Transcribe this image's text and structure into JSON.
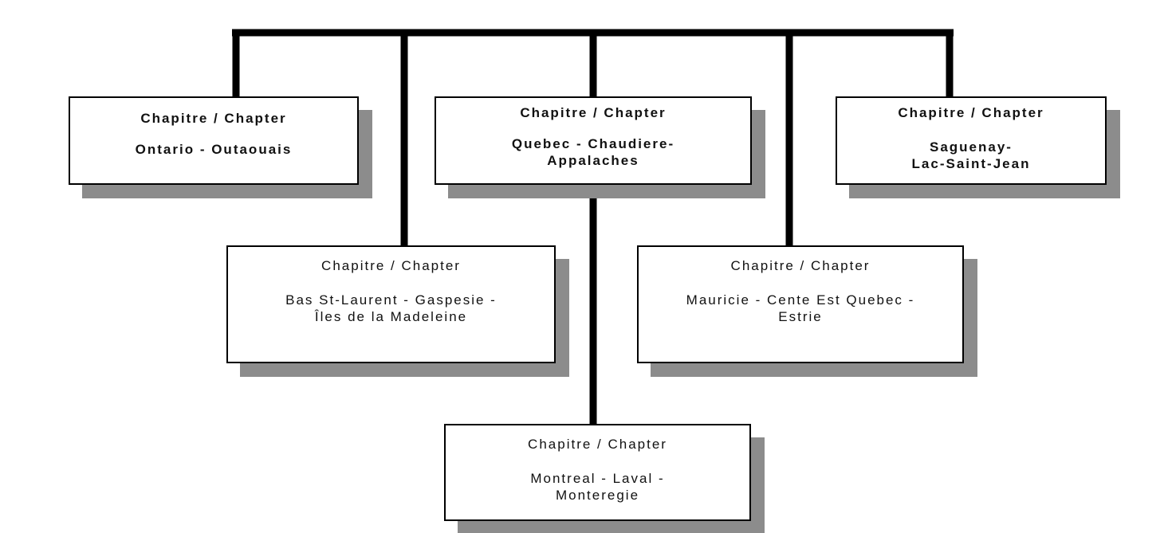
{
  "chapters": [
    {
      "id": "ontario",
      "title": "Chapitre / Chapter",
      "region": "Ontario - Outaouais"
    },
    {
      "id": "quebec",
      "title": "Chapitre / Chapter",
      "region": "Quebec - Chaudiere-\nAppalaches"
    },
    {
      "id": "saguenay",
      "title": "Chapitre / Chapter",
      "region": "Saguenay-\nLac-Saint-Jean"
    },
    {
      "id": "bas",
      "title": "Chapitre / Chapter",
      "region": "Bas St-Laurent - Gaspesie -\nÎles de la Madeleine"
    },
    {
      "id": "mauricie",
      "title": "Chapitre / Chapter",
      "region": "Mauricie - Cente Est Quebec -\nEstrie"
    },
    {
      "id": "montreal",
      "title": "Chapitre / Chapter",
      "region": "Montreal - Laval -\nMonteregie"
    }
  ],
  "colors": {
    "line": "#000000",
    "box_border": "#000000",
    "shadow": "#8c8c8c",
    "text": "#111111"
  }
}
